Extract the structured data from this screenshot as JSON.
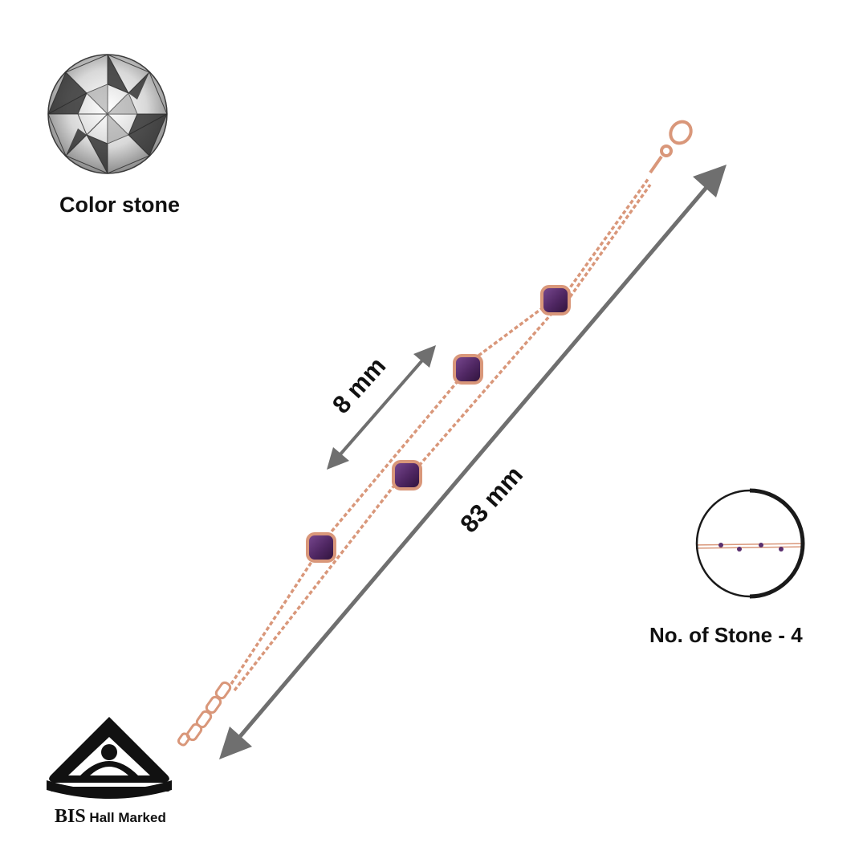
{
  "labels": {
    "stone_type": "Color stone",
    "stone_count": "No. of Stone - 4",
    "bis_main": "BIS",
    "bis_sub": " Hall Marked"
  },
  "dimensions": {
    "stone_size": "8 mm",
    "bracelet_length": "83 mm"
  },
  "colors": {
    "chain": "#d9977a",
    "stone": "#5a2f6e",
    "stone_highlight": "#8a5aa3",
    "arrow": "#6f6f6f"
  },
  "icons": {
    "gem": "diamond-icon",
    "logo": "bis-logo-icon",
    "preview": "bracelet-preview-icon"
  }
}
